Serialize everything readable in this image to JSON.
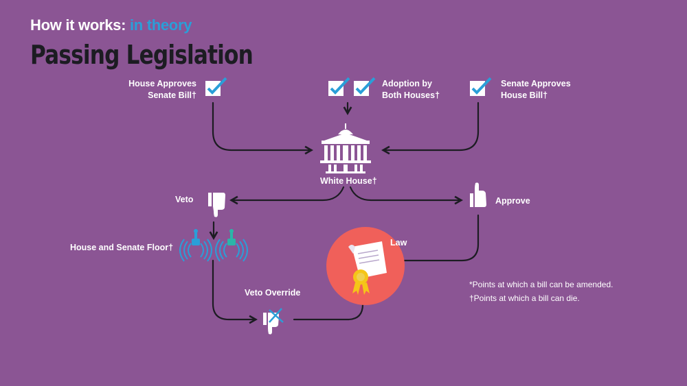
{
  "header": {
    "prefix": "How it works:",
    "highlight": "in theory",
    "title": "Passing Legislation"
  },
  "nodes": {
    "house_approves_line1": "House Approves",
    "house_approves_line2": "Senate Bill†",
    "adoption_line1": "Adoption by",
    "adoption_line2": "Both Houses†",
    "senate_approves_line1": "Senate Approves",
    "senate_approves_line2": "House Bill†",
    "white_house": "White House†",
    "veto": "Veto",
    "approve": "Approve",
    "floor": "House and Senate Floor†",
    "law": "Law",
    "veto_override": "Veto Override"
  },
  "notes": {
    "amended": "*Points at which a bill can be amended.",
    "die": "†Points at which a bill can die."
  },
  "colors": {
    "background": "#8b5594",
    "title": "#1c1c22",
    "highlight": "#2a9fd8",
    "check": "#2a9fd8",
    "arrow": "#1c1c22",
    "law_circle": "#f0605a",
    "seal": "#f5c518",
    "floor_icon": "#2a9fd8",
    "floor_icon_alt": "#2bb5a8"
  },
  "icons": [
    "checkbox-icon",
    "white-house-icon",
    "thumbs-down-icon",
    "thumbs-up-icon",
    "microphone-icon",
    "law-scroll-icon",
    "veto-override-icon"
  ]
}
